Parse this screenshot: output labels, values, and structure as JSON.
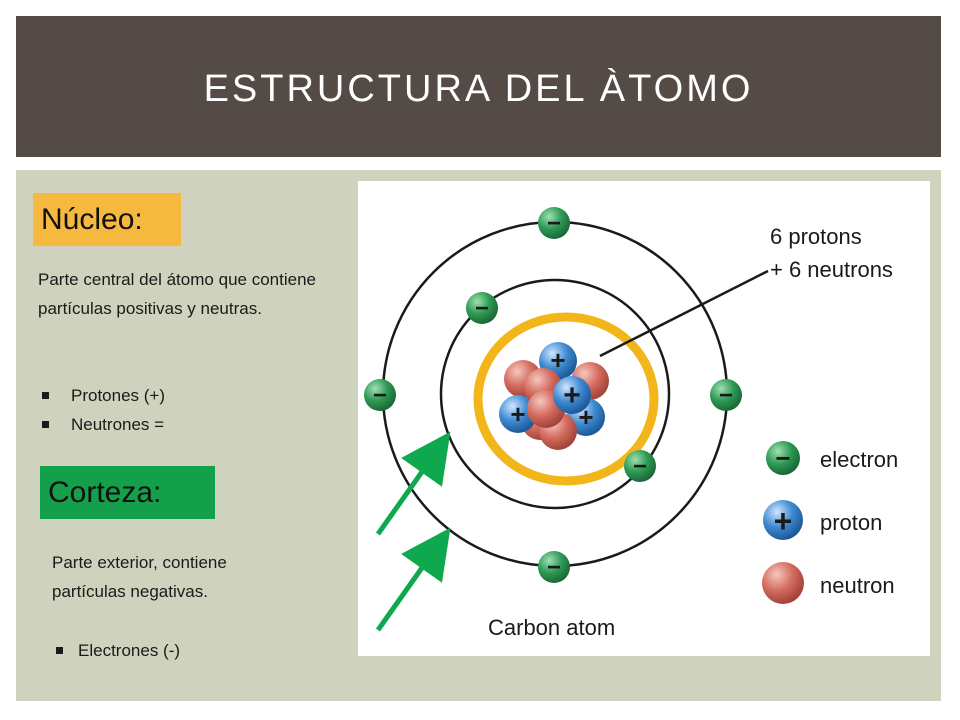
{
  "slide": {
    "title": "ESTRUCTURA DEL ÀTOMO"
  },
  "nucleus_section": {
    "heading": "Núcleo:",
    "description": "Parte central del átomo que contiene partículas positivas y neutras.",
    "bullets": [
      "Protones (+)",
      "Neutrones ="
    ]
  },
  "cortex_section": {
    "heading": "Corteza:",
    "description": "Parte exterior, contiene partículas negativas.",
    "bullets": [
      "Electrones (-)"
    ]
  },
  "atom_diagram": {
    "nucleus_callout": [
      "6 protons",
      "+ 6 neutrons"
    ],
    "caption": "Carbon atom",
    "legend": [
      {
        "symbol": "−",
        "label": "electron",
        "icon": "electron-icon"
      },
      {
        "symbol": "+",
        "label": "proton",
        "icon": "proton-icon"
      },
      {
        "symbol": "",
        "label": "neutron",
        "icon": "neutron-icon"
      }
    ],
    "particle_symbols": {
      "electron": "−",
      "proton": "+"
    }
  },
  "colors": {
    "title_bar": "#544a46",
    "panel": "#cfd3bd",
    "nucleus_label_bg": "#f5b93f",
    "cortex_label_bg": "#14a04a",
    "highlight_ring": "#f2b61b",
    "arrow": "#10a84f",
    "electron": "#2e9a55",
    "proton": "#2e7cc4",
    "neutron": "#c96358"
  }
}
